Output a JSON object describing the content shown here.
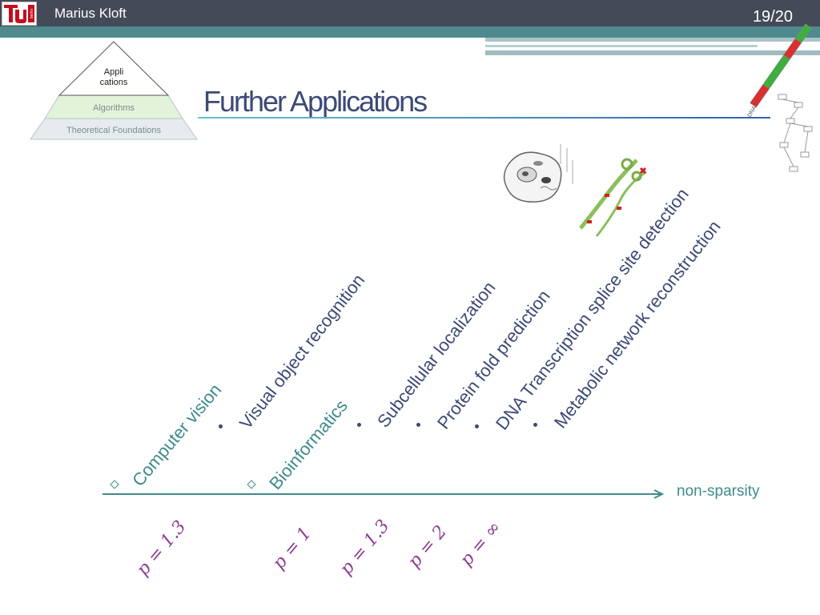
{
  "header": {
    "author": "Marius Kloft",
    "page": "19/20",
    "logo_text": "TU Berlin"
  },
  "pyramid": {
    "top": "Appli cations",
    "middle": "Algorithms",
    "bottom": "Theoretical Foundations"
  },
  "slide": {
    "title": "Further Applications"
  },
  "categories": [
    {
      "label": "Computer vision",
      "items": [
        "Visual object recognition"
      ]
    },
    {
      "label": "Bioinformatics",
      "items": [
        "Subcellular localization",
        "Protein fold prediction",
        "DNA Transcription splice site detection",
        "Metabolic network reconstruction"
      ]
    }
  ],
  "axis": {
    "label": "non-sparsity",
    "p_values": [
      "p = 1.3",
      "p = 1",
      "p = 1.3",
      "p = 2",
      "p = ∞"
    ]
  },
  "colors": {
    "topbar": "#444a57",
    "teal": "#4e8a8e",
    "title": "#3d4a77",
    "category": "#3f8a8c",
    "p_value": "#8d3d8f"
  },
  "icons": [
    "tu-berlin-logo",
    "cell-diagram-image",
    "protein-fold-image",
    "dna-strand-image",
    "metabolic-network-image"
  ]
}
